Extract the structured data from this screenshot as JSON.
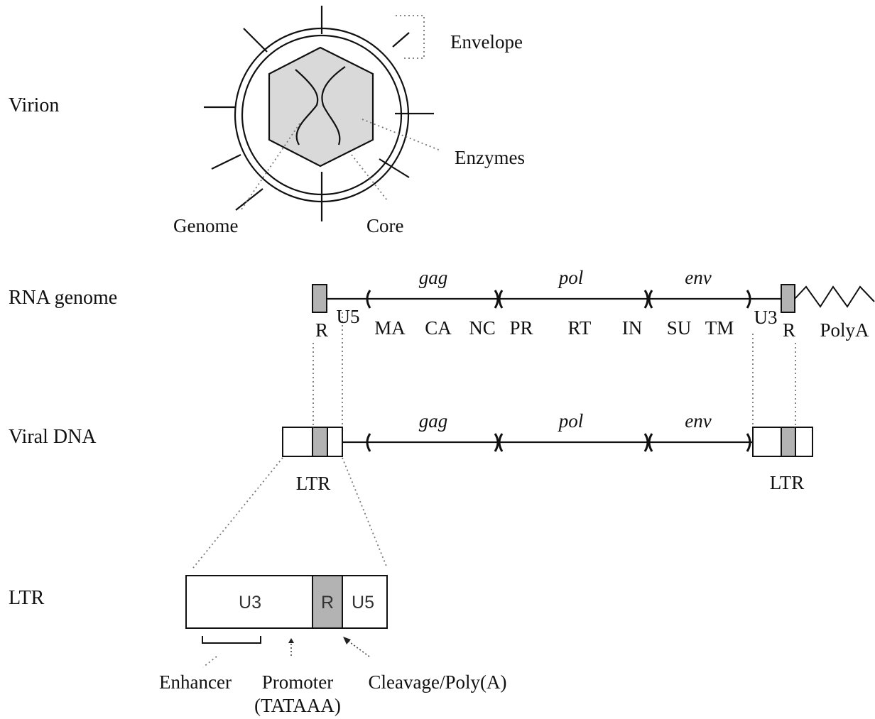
{
  "colors": {
    "ink": "#111111",
    "grey_fill": "#d9d9d9",
    "box_grey": "#b3b3b3",
    "dotted": "#777777"
  },
  "row_labels": {
    "virion": "Virion",
    "rna_genome": "RNA genome",
    "viral_dna": "Viral DNA",
    "ltr": "LTR"
  },
  "virion": {
    "envelope": "Envelope",
    "enzymes": "Enzymes",
    "genome": "Genome",
    "core": "Core"
  },
  "rna_genome": {
    "genes": [
      "gag",
      "pol",
      "env"
    ],
    "left_r": "R",
    "u5": "U5",
    "u3": "U3",
    "right_r": "R",
    "polya": "PolyA",
    "proteins": [
      "MA",
      "CA",
      "NC",
      "PR",
      "RT",
      "IN",
      "SU",
      "TM"
    ]
  },
  "viral_dna": {
    "genes": [
      "gag",
      "pol",
      "env"
    ],
    "left_ltr": "LTR",
    "right_ltr": "LTR"
  },
  "ltr_detail": {
    "u3": "U3",
    "r": "R",
    "u5": "U5",
    "enhancer": "Enhancer",
    "promoter": "Promoter",
    "tataaa": "(TATAAA)",
    "cleavage": "Cleavage/Poly(A)"
  }
}
